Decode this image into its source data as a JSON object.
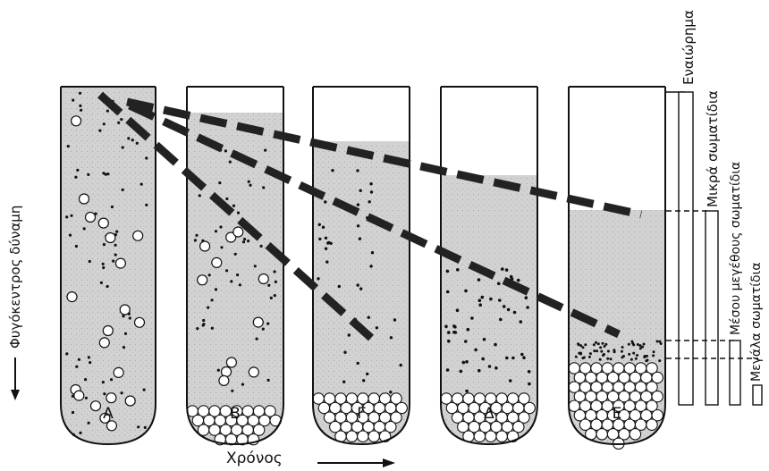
{
  "tubes": [
    {
      "label": "Α",
      "stage": "uniform"
    },
    {
      "label": "Β",
      "stage": "large-settled"
    },
    {
      "label": "Γ",
      "stage": "large-pellet"
    },
    {
      "label": "Δ",
      "stage": "medium-settling"
    },
    {
      "label": "Ε",
      "stage": "fully-separated"
    }
  ],
  "axis": {
    "force_label": "Φυγόκεντρος δύναμη",
    "time_label": "Χρόνος"
  },
  "layers": {
    "supernatant": "Εναιώρημα",
    "small": "Μικρά σωματίδια",
    "medium": "Μέσου μεγέθους σωματίδια",
    "large": "Μεγάλα σωματίδια"
  },
  "colors": {
    "ink": "#111111",
    "shade": "#cfcfcf",
    "paper": "#ffffff"
  }
}
